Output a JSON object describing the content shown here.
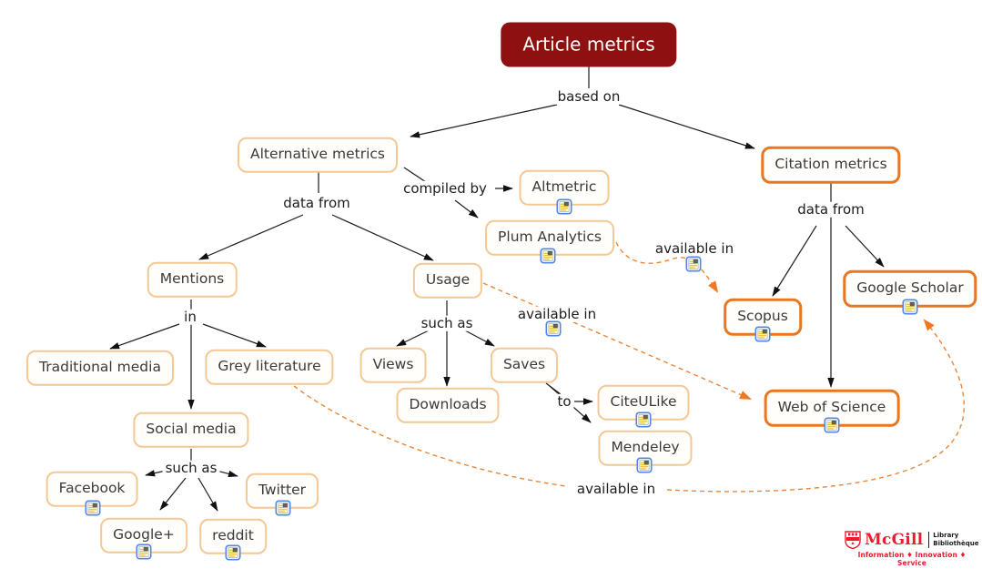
{
  "diagram_title": "Article metrics",
  "nodes": {
    "article_metrics": {
      "label": "Article metrics"
    },
    "alternative_metrics": {
      "label": "Alternative metrics"
    },
    "citation_metrics": {
      "label": "Citation metrics"
    },
    "altmetric": {
      "label": "Altmetric",
      "has_resource_icon": true
    },
    "plum_analytics": {
      "label": "Plum Analytics",
      "has_resource_icon": true
    },
    "mentions": {
      "label": "Mentions"
    },
    "usage": {
      "label": "Usage"
    },
    "traditional_media": {
      "label": "Traditional media"
    },
    "grey_literature": {
      "label": "Grey literature"
    },
    "social_media": {
      "label": "Social media"
    },
    "facebook": {
      "label": "Facebook",
      "has_resource_icon": true
    },
    "google_plus": {
      "label": "Google+",
      "has_resource_icon": true
    },
    "reddit": {
      "label": "reddit",
      "has_resource_icon": true
    },
    "twitter": {
      "label": "Twitter",
      "has_resource_icon": true
    },
    "views": {
      "label": "Views"
    },
    "downloads": {
      "label": "Downloads"
    },
    "saves": {
      "label": "Saves"
    },
    "citeulike": {
      "label": "CiteULike",
      "has_resource_icon": true
    },
    "mendeley": {
      "label": "Mendeley",
      "has_resource_icon": true
    },
    "scopus": {
      "label": "Scopus",
      "has_resource_icon": true
    },
    "google_scholar": {
      "label": "Google Scholar",
      "has_resource_icon": true
    },
    "web_of_science": {
      "label": "Web of Science",
      "has_resource_icon": true
    }
  },
  "edge_labels": {
    "based_on": "based on",
    "data_from_left": "data from",
    "data_from_right": "data from",
    "compiled_by": "compiled by",
    "in_word": "in",
    "such_as_social": "such as",
    "such_as_usage": "such as",
    "to_word": "to",
    "available_in_1": "available in",
    "available_in_2": "available in",
    "available_in_3": "available in"
  },
  "edges": [
    {
      "from": "article_metrics",
      "label": "based on",
      "to": [
        "alternative_metrics",
        "citation_metrics"
      ],
      "style": "solid"
    },
    {
      "from": "alternative_metrics",
      "label": "data from",
      "to": [
        "mentions",
        "usage"
      ],
      "style": "solid"
    },
    {
      "from": "alternative_metrics",
      "label": "compiled by",
      "to": [
        "altmetric",
        "plum_analytics"
      ],
      "style": "solid"
    },
    {
      "from": "mentions",
      "label": "in",
      "to": [
        "traditional_media",
        "grey_literature",
        "social_media"
      ],
      "style": "solid"
    },
    {
      "from": "social_media",
      "label": "such as",
      "to": [
        "facebook",
        "google_plus",
        "reddit",
        "twitter"
      ],
      "style": "solid"
    },
    {
      "from": "usage",
      "label": "such as",
      "to": [
        "views",
        "downloads",
        "saves"
      ],
      "style": "solid"
    },
    {
      "from": "saves",
      "label": "to",
      "to": [
        "citeulike",
        "mendeley"
      ],
      "style": "solid"
    },
    {
      "from": "citation_metrics",
      "label": "data from",
      "to": [
        "scopus",
        "google_scholar",
        "web_of_science"
      ],
      "style": "solid"
    },
    {
      "from": "plum_analytics",
      "label": "available in",
      "to": [
        "scopus"
      ],
      "style": "dashed"
    },
    {
      "from": "usage",
      "label": "available in",
      "to": [
        "web_of_science"
      ],
      "style": "dashed"
    },
    {
      "from": "grey_literature",
      "label": "available in",
      "to": [
        "google_scholar"
      ],
      "style": "dashed"
    }
  ],
  "colors": {
    "root_bg": "#8e1010",
    "light_border": "#f4c894",
    "strong_border": "#e97620",
    "dash": "#ea8638",
    "edge": "#1c1c1c",
    "node_text": "#3a3a3a",
    "brand_red": "#ed1b2f"
  },
  "logo": {
    "wordmark": "McGill",
    "unit": [
      "Library",
      "Bibliothèque"
    ],
    "tagline": "Information ♦ Innovation ♦ Service"
  }
}
